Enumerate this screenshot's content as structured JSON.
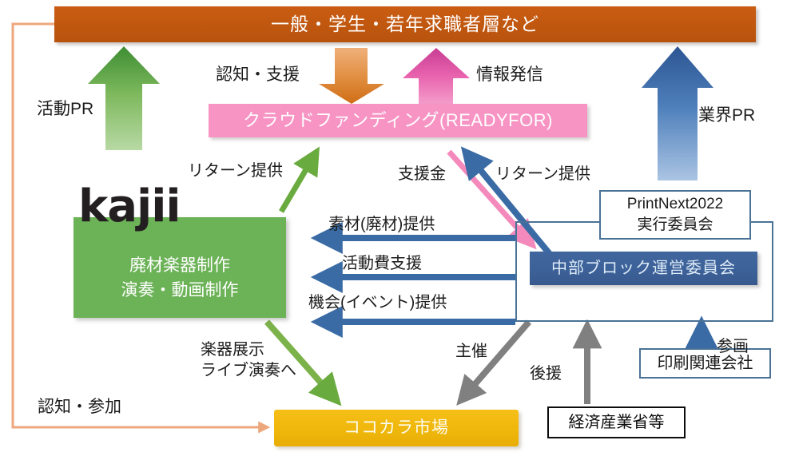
{
  "diagram": {
    "title_bar": {
      "label": "一般・学生・若年求職者層など",
      "color": "#c0570f"
    },
    "crowdfunding": {
      "label": "クラウドファンディング(READYFOR)",
      "color": "#f794c4"
    },
    "kajii": {
      "logo": "kajii",
      "label": "廃材楽器制作\n演奏・動画制作",
      "color": "#6cb257"
    },
    "market": {
      "label": "ココカラ市場",
      "color": "#f0b80c"
    },
    "printnext": {
      "label": "PrintNext2022\n実行委員会",
      "color": "#ffffff"
    },
    "chubu": {
      "label": "中部ブロック運営委員会",
      "color": "#3d6299"
    },
    "print_companies": {
      "label": "印刷関連会社",
      "color": "#ffffff"
    },
    "meti": {
      "label": "経済産業省等",
      "color": "#ffffff"
    },
    "labels": {
      "katsudo_pr": "活動PR",
      "gyokai_pr": "業界PR",
      "ninchi_shien": "認知・支援",
      "joho_hasshin": "情報発信",
      "return_left": "リターン提供",
      "shienkin": "支援金",
      "return_right": "リターン提供",
      "sozai": "素材(廃材)提供",
      "katsudohi": "活動費支援",
      "kikai": "機会(イベント)提供",
      "gakki": "楽器展示\nライブ演奏へ",
      "shusai": "主催",
      "koen": "後援",
      "sankaku": "参画",
      "ninchi_sanka": "認知・参加"
    },
    "arrow_colors": {
      "green": "#6aab3f",
      "blue": "#3a6ba5",
      "orange_down": "#dd7a28",
      "pink_up": "#d94ba0",
      "pink_thin": "#f489bb",
      "gray": "#808080",
      "peach": "#eda77c"
    }
  }
}
